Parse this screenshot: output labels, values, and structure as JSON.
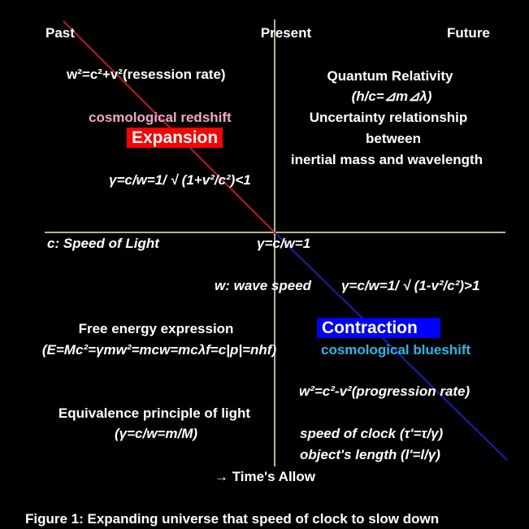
{
  "colors": {
    "background": "#000000",
    "axis": "#f5f0a8",
    "expansion_line": "#d21a1a",
    "contraction_line": "#1e1ec8",
    "redshift_text": "#f4a6c8",
    "blueshift_text": "#27b7e8",
    "expansion_bg": "#ff0000",
    "contraction_bg": "#0000ff"
  },
  "timeline": {
    "past": "Past",
    "present": "Present",
    "future": "Future",
    "arrow": "→ Time's Allow"
  },
  "upper_left": {
    "resession": "w²=c²+v²(resession rate)",
    "redshift": "cosmological redshift",
    "expansion": "Expansion",
    "gamma_expansion": "γ=c/w=1/ √ (1+v²/c²)<1"
  },
  "upper_right": {
    "quantum_title": "Quantum Relativity",
    "quantum_formula": "(h/c=⊿m⊿λ)",
    "uncertainty_1": "Uncertainty relationship",
    "uncertainty_2": "between",
    "uncertainty_3": "inertial mass and wavelength"
  },
  "middle": {
    "speed_of_light": "c: Speed of Light",
    "gamma_one": "γ=c/w=1",
    "wave_speed": "w: wave speed",
    "gamma_contraction": "γ=c/w=1/ √ (1-v²/c²)>1"
  },
  "lower_left": {
    "free_energy_title": "Free energy expression",
    "free_energy_formula": "(E=Mc²=γmw²=mcw=mcλf=c|p|=nhf)",
    "equivalence_title": "Equivalence principle of light",
    "equivalence_formula": "(γ=c/w=m/M)"
  },
  "lower_right": {
    "contraction": "Contraction",
    "blueshift": "cosmological blueshift",
    "progression": "w²=c²-v²(progression rate)",
    "clock_speed": "speed of clock (τ'=τ/γ)",
    "object_length": "object's length (l'=l/γ)"
  },
  "caption": "Figure 1:   Expanding universe that speed of clock to slow down"
}
